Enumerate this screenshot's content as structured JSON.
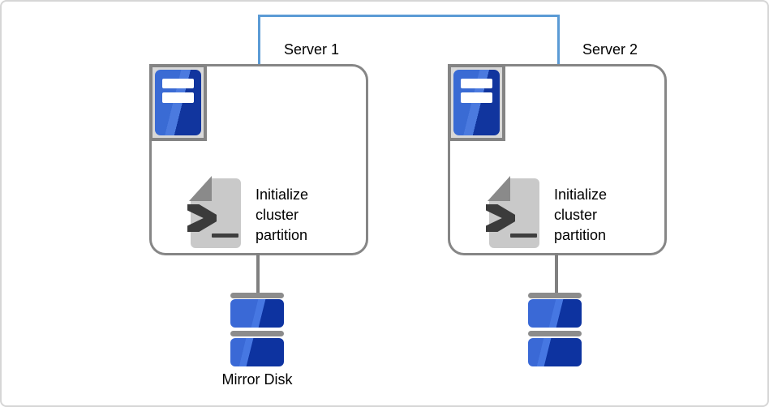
{
  "diagram": {
    "connector": {
      "name": "server-interconnect-line",
      "color": "#5b9bd5"
    },
    "servers": [
      {
        "label": "Server 1",
        "script_text": "Initialize cluster partition"
      },
      {
        "label": "Server 2",
        "script_text": "Initialize cluster partition"
      }
    ],
    "disks": [
      {
        "label": "Mirror Disk"
      },
      {}
    ],
    "icons": {
      "server": "server-tower-icon",
      "script": "script-file-icon",
      "prompt": "terminal-prompt-icon",
      "disk": "mirror-disk-icon"
    },
    "colors": {
      "connector_blue": "#5b9bd5",
      "server_blue_light": "#3a6bd4",
      "server_blue_dark": "#11359e",
      "box_border_gray": "#868686",
      "disk_bar_gray": "#8c8c8c",
      "script_doc_gray": "#c9c9c9"
    }
  }
}
